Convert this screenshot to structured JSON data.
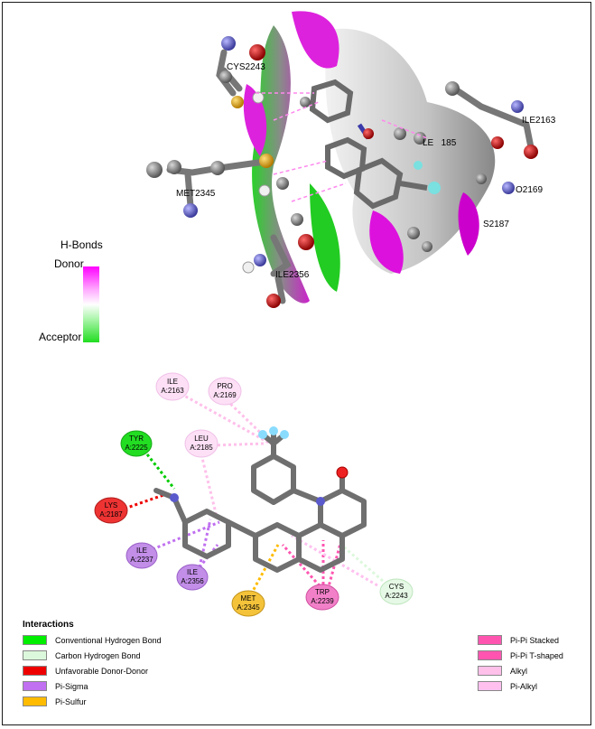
{
  "hbond_legend": {
    "title": "H-Bonds",
    "donor_label": "Donor",
    "acceptor_label": "Acceptor",
    "donor_color": "#ff00ff",
    "acceptor_color": "#22dd22"
  },
  "surface_view": {
    "residue_labels": [
      "CYS2243",
      "MET2345",
      "ILE2356",
      "ILE2163",
      "O2169",
      "S2187",
      "LE   185"
    ]
  },
  "interaction_diagram": {
    "residues": [
      {
        "name": "ILE",
        "number": "A:2163",
        "type": "Alkyl"
      },
      {
        "name": "PRO",
        "number": "A:2169",
        "type": "Alkyl"
      },
      {
        "name": "LEU",
        "number": "A:2185",
        "type": "Alkyl"
      },
      {
        "name": "TYR",
        "number": "A:2225",
        "type": "Conventional Hydrogen Bond"
      },
      {
        "name": "LYS",
        "number": "A:2187",
        "type": "Unfavorable Donor-Donor"
      },
      {
        "name": "ILE",
        "number": "A:2237",
        "type": "Pi-Sigma"
      },
      {
        "name": "ILE",
        "number": "A:2356",
        "type": "Pi-Sigma"
      },
      {
        "name": "MET",
        "number": "A:2345",
        "type": "Pi-Sulfur"
      },
      {
        "name": "TRP",
        "number": "A:2239",
        "type": "Pi-Pi Stacked"
      },
      {
        "name": "CYS",
        "number": "A:2243",
        "type": "Carbon Hydrogen Bond"
      }
    ]
  },
  "legend": {
    "title": "Interactions",
    "left_items": [
      {
        "label": "Conventional Hydrogen Bond",
        "color": "#00ee00"
      },
      {
        "label": "Carbon Hydrogen Bond",
        "color": "#dcf8dc"
      },
      {
        "label": "Unfavorable Donor-Donor",
        "color": "#ee0000"
      },
      {
        "label": "Pi-Sigma",
        "color": "#c070f0"
      },
      {
        "label": "Pi-Sulfur",
        "color": "#ffbb00"
      }
    ],
    "right_items": [
      {
        "label": "Pi-Pi Stacked",
        "color": "#ff55b0"
      },
      {
        "label": "Pi-Pi T-shaped",
        "color": "#ff55b0"
      },
      {
        "label": "Alkyl",
        "color": "#ffc0ea"
      },
      {
        "label": "Pi-Alkyl",
        "color": "#ffc0f0"
      }
    ]
  }
}
